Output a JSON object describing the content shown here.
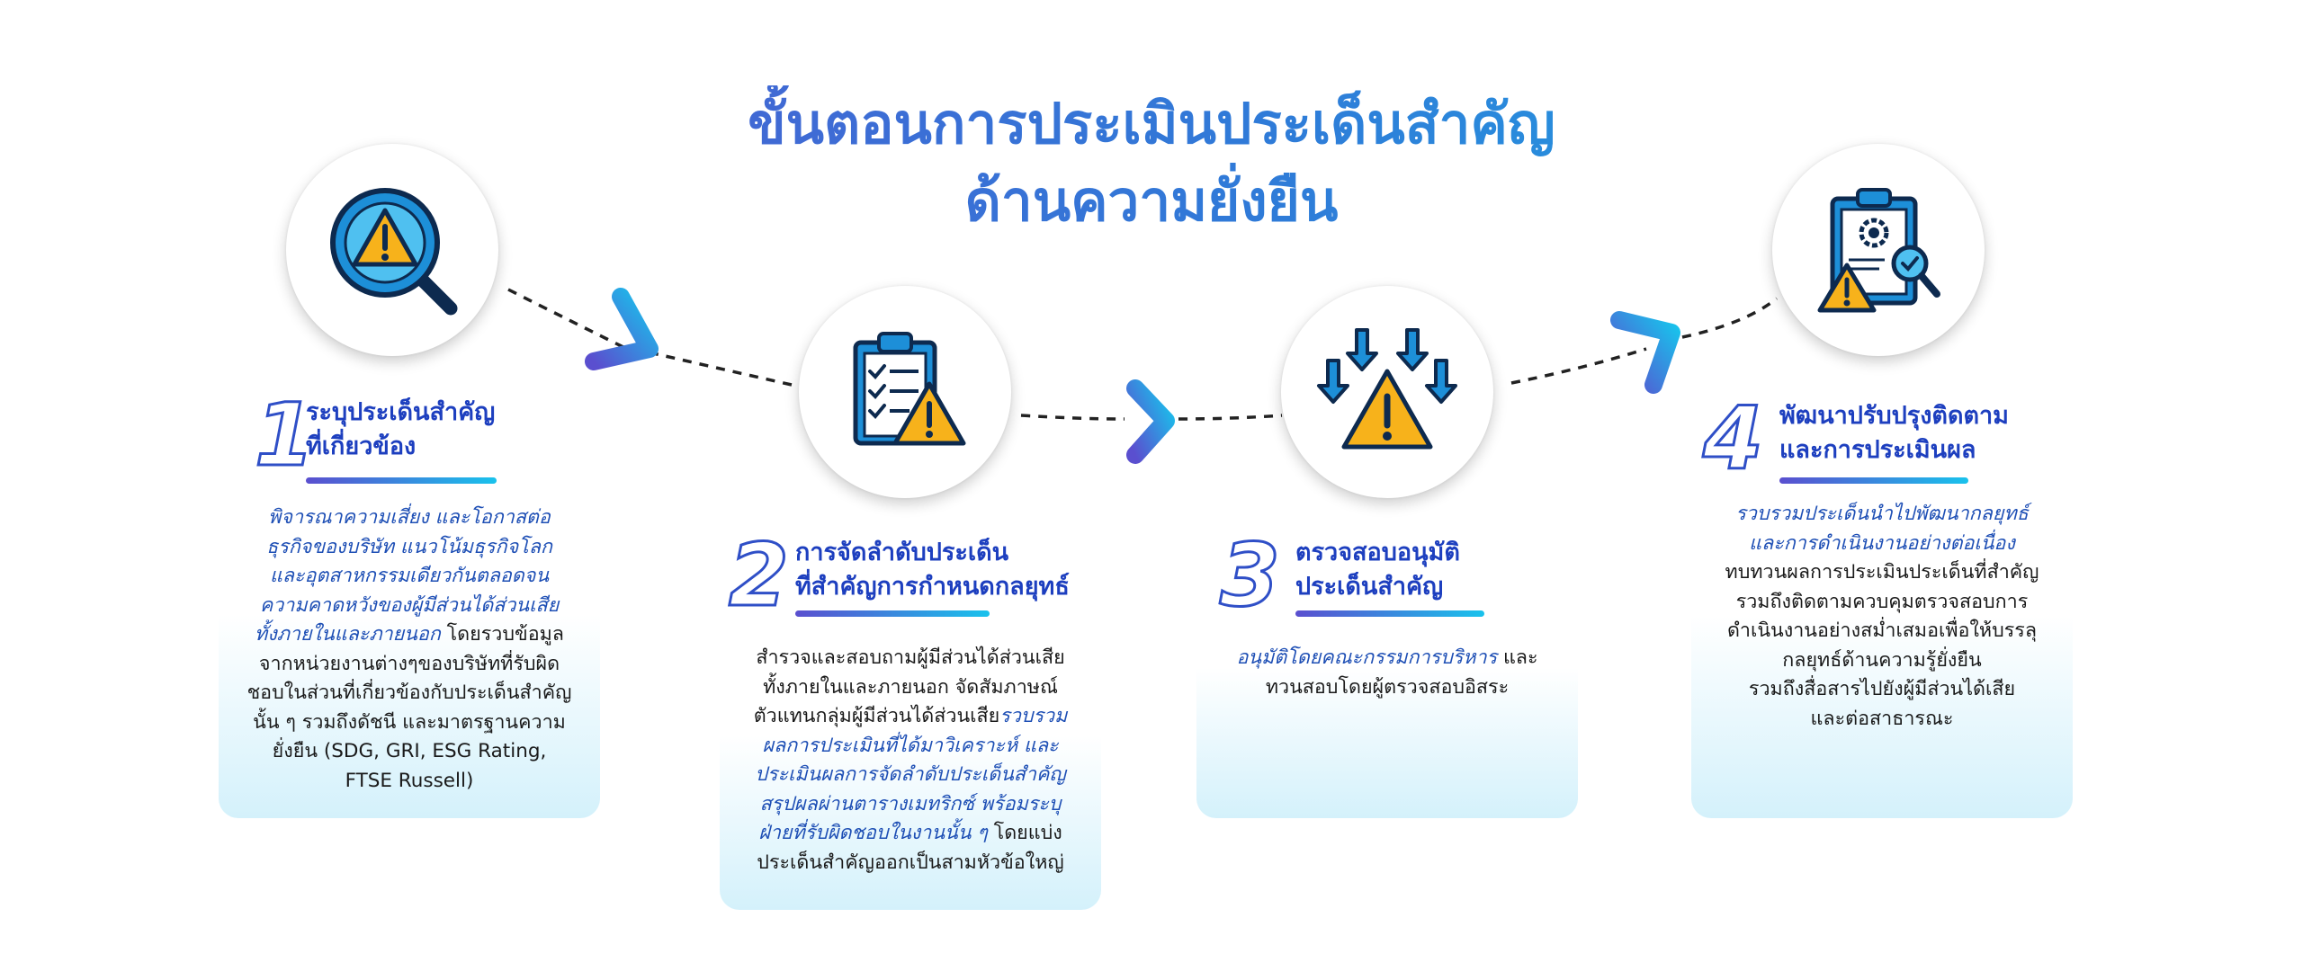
{
  "title": {
    "line1": "ขั้นตอนการประเมินประเด็นสำคัญ",
    "line2": "ด้านความยั่งยืน"
  },
  "steps": [
    {
      "number": "1",
      "heading1": "ระบุประเด็นสำคัญ",
      "heading2": "ที่เกี่ยวข้อง",
      "icon": "magnifier-warning-icon",
      "lines": [
        {
          "em": "พิจารณาความเสี่ยง และโอกาสต่อ",
          "n": ""
        },
        {
          "em": "ธุรกิจของบริษัท แนวโน้มธุรกิจโลก",
          "n": ""
        },
        {
          "em": "และอุตสาหกรรมเดียวกันตลอดจน",
          "n": ""
        },
        {
          "em": "ความคาดหวังของผู้มีส่วนได้ส่วนเสีย",
          "n": ""
        },
        {
          "em": "ทั้งภายในและภายนอก",
          "n": " โดยรวบข้อมูล"
        },
        {
          "em": "",
          "n": "จากหน่วยงานต่างๆของบริษัทที่รับผิด"
        },
        {
          "em": "",
          "n": "ชอบในส่วนที่เกี่ยวข้องกับประเด็นสำคัญ"
        },
        {
          "em": "",
          "n": "นั้น ๆ รวมถึงดัชนี และมาตรฐานความ"
        },
        {
          "em": "",
          "n": "ยั่งยืน (SDG, GRI, ESG Rating,"
        },
        {
          "em": "",
          "n": "FTSE Russell)"
        }
      ]
    },
    {
      "number": "2",
      "heading1": "การจัดลำดับประเด็น",
      "heading2": "ที่สำคัญการกำหนดกลยุทธ์",
      "icon": "clipboard-warning-icon",
      "lines": [
        {
          "em": "",
          "n": "สำรวจและสอบถามผู้มีส่วนได้ส่วนเสีย"
        },
        {
          "em": "",
          "n": "ทั้งภายในและภายนอก จัดสัมภาษณ์"
        },
        {
          "em": "รวบรวม",
          "n": "ตัวแทนกลุ่มผู้มีส่วนได้ส่วนเสีย",
          "emAfter": true
        },
        {
          "em": "ผลการประเมินที่ได้มาวิเคราะห์ และ",
          "n": ""
        },
        {
          "em": "ประเมินผลการจัดลำดับประเด็นสำคัญ",
          "n": ""
        },
        {
          "em": "สรุปผลผ่านตารางเมทริกซ์ พร้อมระบุ",
          "n": ""
        },
        {
          "em": "ฝ่ายที่รับผิดชอบในงานนั้น ๆ",
          "n": " โดยแบ่ง"
        },
        {
          "em": "",
          "n": "ประเด็นสำคัญออกเป็นสามหัวข้อใหญ่"
        }
      ]
    },
    {
      "number": "3",
      "heading1": "ตรวจสอบอนุมัติ",
      "heading2": "ประเด็นสำคัญ",
      "icon": "down-arrows-warning-icon",
      "lines": [
        {
          "em": "อนุมัติโดยคณะกรรมการบริหาร",
          "n": " และ"
        },
        {
          "em": "",
          "n": "ทวนสอบโดยผู้ตรวจสอบอิสระ"
        }
      ]
    },
    {
      "number": "4",
      "heading1": "พัฒนาปรับปรุงติดตาม",
      "heading2": "และการประเมินผล",
      "icon": "report-gear-warning-icon",
      "lines": [
        {
          "em": "รวบรวมประเด็นนำไปพัฒนากลยุทธ์",
          "n": ""
        },
        {
          "em": "และการดำเนินงานอย่างต่อเนื่อง",
          "n": ""
        },
        {
          "em": "",
          "n": "ทบทวนผลการประเมินประเด็นที่สำคัญ"
        },
        {
          "em": "",
          "n": "รวมถึงติดตามควบคุมตรวจสอบการ"
        },
        {
          "em": "",
          "n": "ดำเนินงานอย่างสม่ำเสมอเพื่อให้บรรลุ"
        },
        {
          "em": "",
          "n": "กลยุทธ์ด้านความรู้ยั่งยืน"
        },
        {
          "em": "",
          "n": "รวมถึงสื่อสารไปยังผู้มีส่วนได้เสีย"
        },
        {
          "em": "",
          "n": "และต่อสาธารณะ"
        }
      ]
    }
  ],
  "colors": {
    "heading": "#1d3fbf",
    "emphasis": "#1e4fb5",
    "accent_start": "#5a4fcf",
    "accent_end": "#19c2ec",
    "warning": "#f7b21b",
    "icon_blue": "#1d8fd8"
  }
}
